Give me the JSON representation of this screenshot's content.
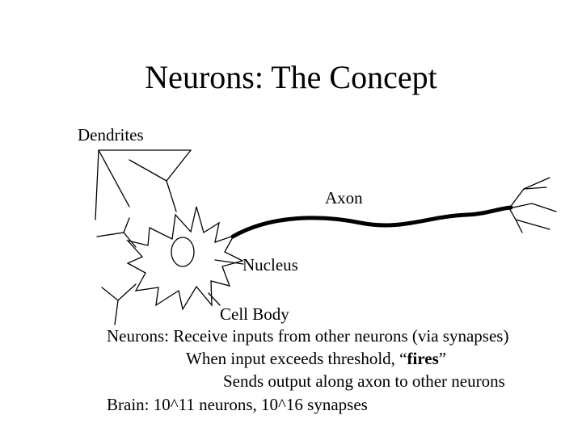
{
  "slide": {
    "title": "Neurons: The Concept",
    "labels": {
      "dendrites": "Dendrites",
      "axon": "Axon",
      "nucleus": "Nucleus",
      "cell_body": "Cell Body"
    },
    "body": {
      "line1": "Neurons: Receive inputs from other neurons (via synapses)",
      "line2_prefix": "When input exceeds threshold, “",
      "line2_bold": "fires",
      "line2_suffix": "”",
      "line3": "Sends output along axon to other neurons",
      "line4": "Brain: 10^11 neurons, 10^16 synapses"
    }
  }
}
